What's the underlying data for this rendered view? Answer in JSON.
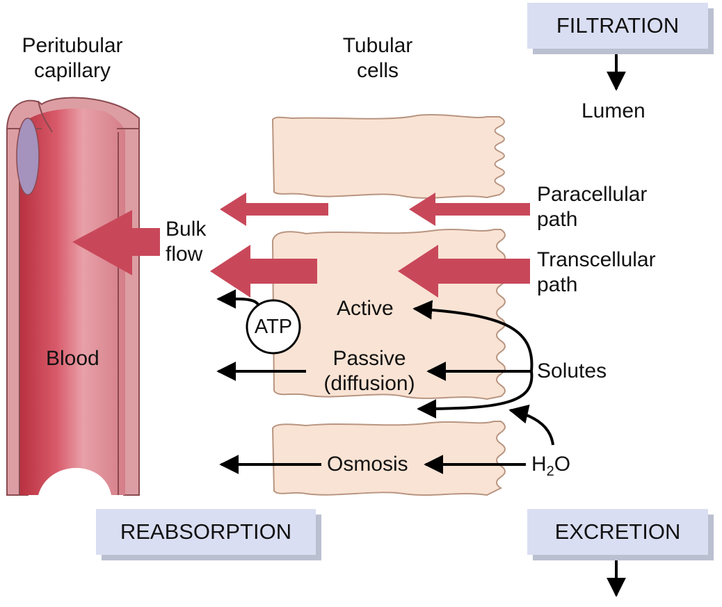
{
  "labels": {
    "peritubular_capillary": [
      "Peritubular",
      "capillary"
    ],
    "tubular_cells": [
      "Tubular",
      "cells"
    ],
    "lumen": "Lumen",
    "paracellular_path": [
      "Paracellular",
      "path"
    ],
    "transcellular_path": [
      "Transcellular",
      "path"
    ],
    "bulk_flow": [
      "Bulk",
      "flow"
    ],
    "atp": "ATP",
    "active": "Active",
    "passive": [
      "Passive",
      "(diffusion)"
    ],
    "solutes": "Solutes",
    "blood": "Blood",
    "osmosis": "Osmosis",
    "h2o_main": "H",
    "h2o_sub": "2",
    "h2o_end": "O"
  },
  "boxes": {
    "filtration": "FILTRATION",
    "reabsorption": "REABSORPTION",
    "excretion": "EXCRETION"
  },
  "colors": {
    "box_fill": "#d9def2",
    "box_shadow": "#bbc0d0",
    "cell_fill": "#f9e3d4",
    "cell_stroke": "#b89580",
    "vessel_outer": "#dc9ea3",
    "vessel_inner": "#c84858",
    "flow_arrow": "#c8485a",
    "black_arrow": "#000000"
  }
}
